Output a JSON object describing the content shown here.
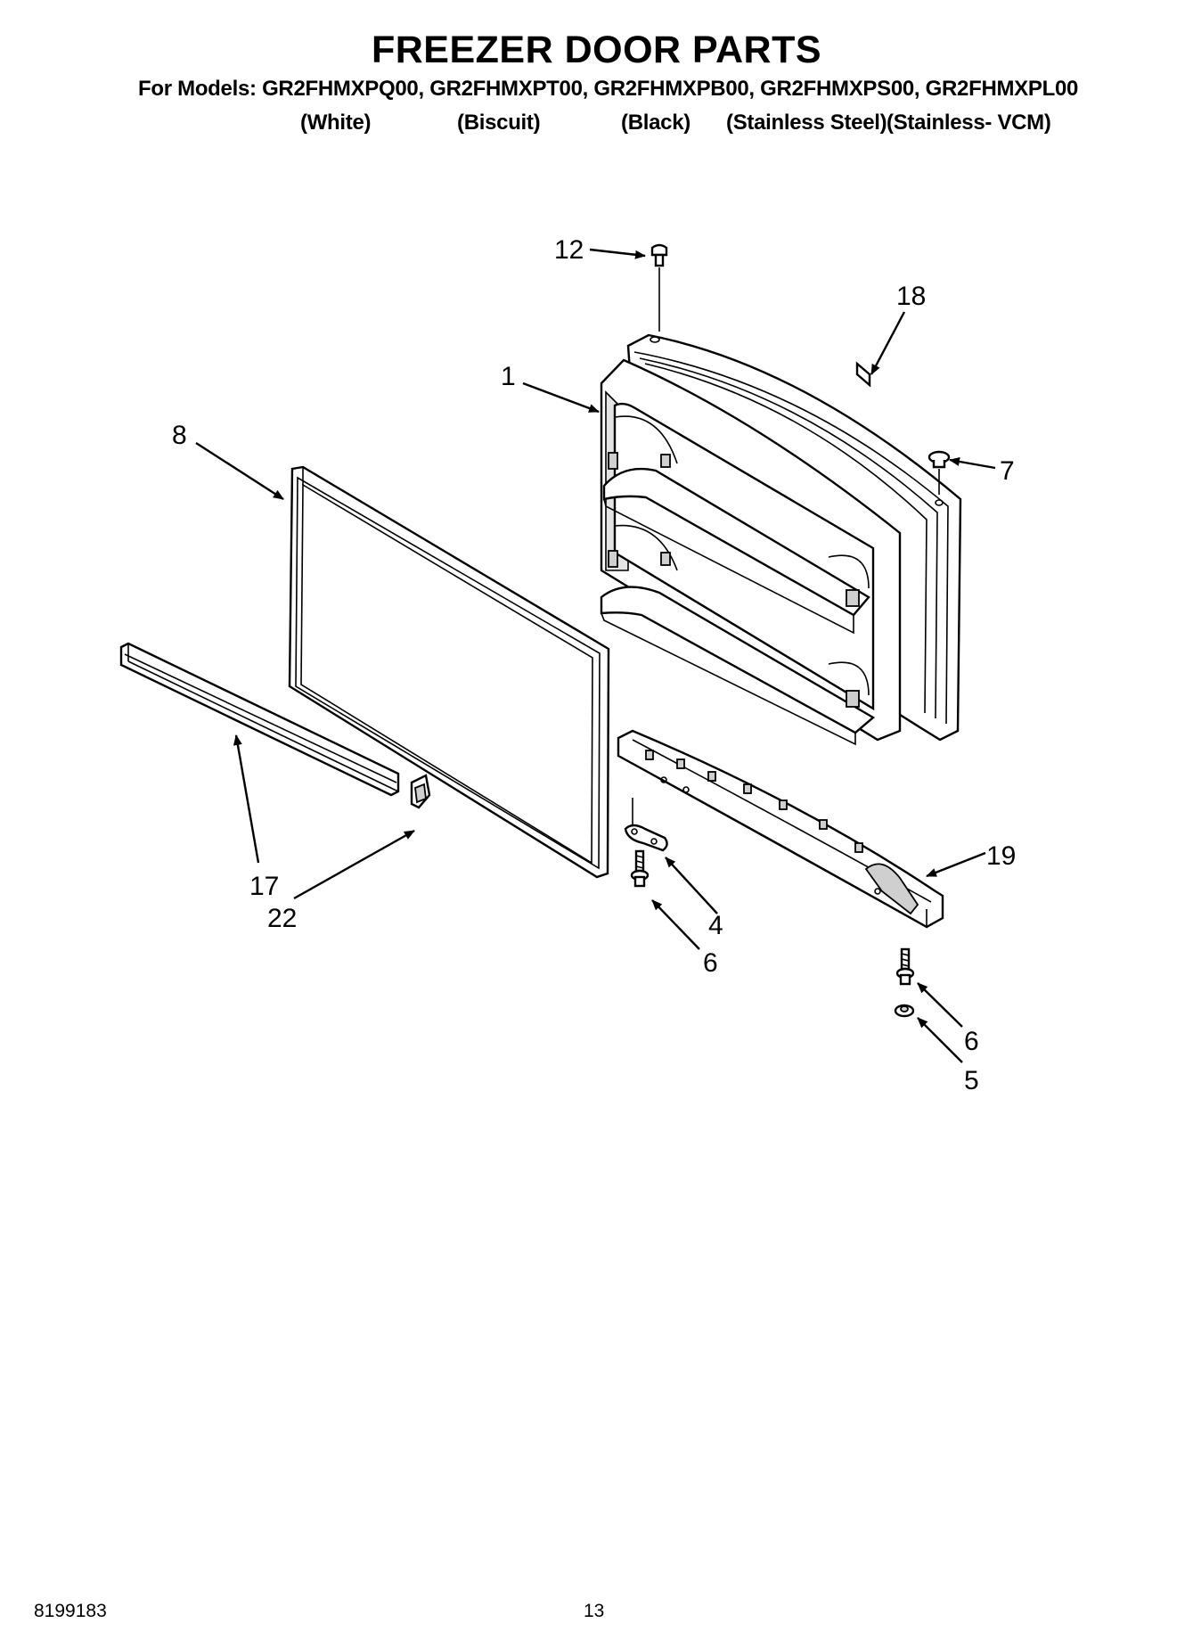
{
  "header": {
    "title": "FREEZER DOOR PARTS",
    "models": "For Models: GR2FHMXPQ00, GR2FHMXPT00, GR2FHMXPB00, GR2FHMXPS00, GR2FHMXPL00",
    "colors": [
      "(White)",
      "(Biscuit)",
      "(Black)",
      "(Stainless Steel)",
      "(Stainless- VCM)"
    ]
  },
  "callouts": {
    "c1": "1",
    "c4": "4",
    "c5": "5",
    "c6a": "6",
    "c6b": "6",
    "c7": "7",
    "c8": "8",
    "c12": "12",
    "c17": "17",
    "c18": "18",
    "c19": "19",
    "c22": "22"
  },
  "footer": {
    "doc_number": "8199183",
    "page_number": "13"
  }
}
